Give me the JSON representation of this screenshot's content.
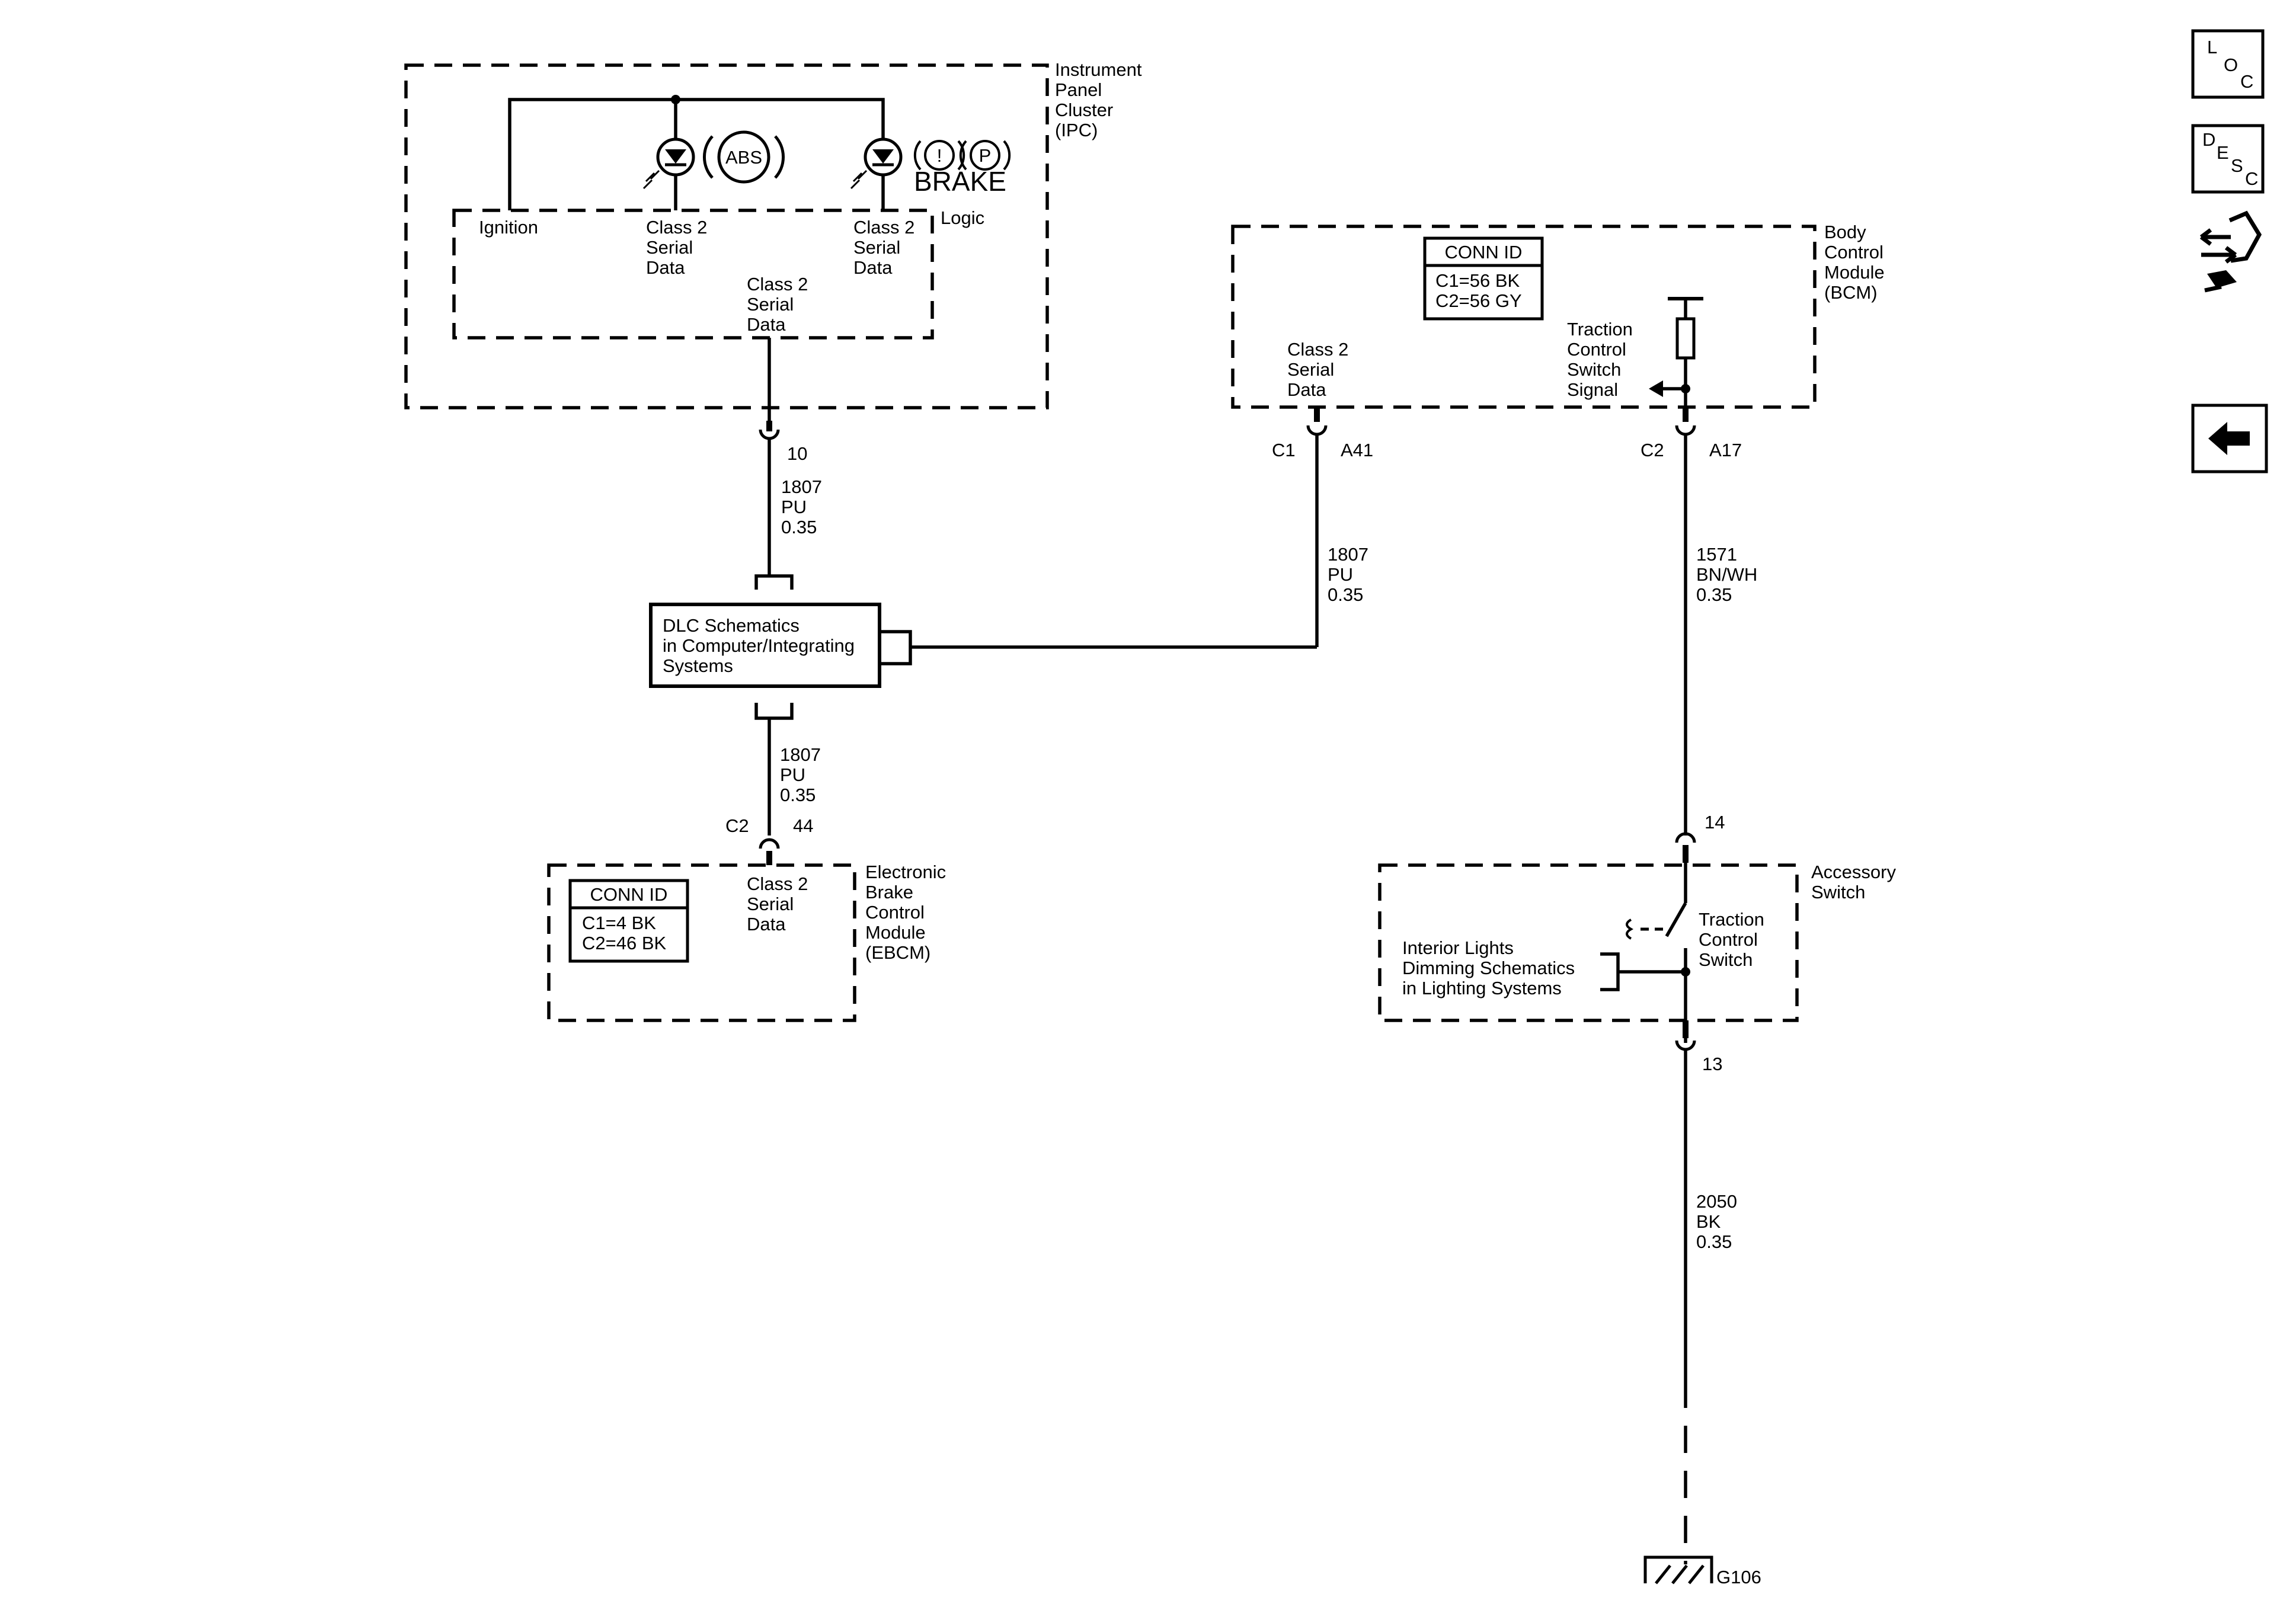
{
  "ipc": {
    "title": [
      "Instrument",
      "Panel",
      "Cluster",
      "(IPC)"
    ],
    "logic": "Logic",
    "ignition": "Ignition",
    "class2_left": [
      "Class 2",
      "Serial",
      "Data"
    ],
    "class2_right": [
      "Class 2",
      "Serial",
      "Data"
    ],
    "class2_bottom": [
      "Class 2",
      "Serial",
      "Data"
    ],
    "abs_label": "ABS",
    "brake_icons": [
      "!",
      "P"
    ],
    "brake_label": "BRAKE"
  },
  "wire_ipc_dlc": {
    "pin": "10",
    "circuit": [
      "1807",
      "PU",
      "0.35"
    ]
  },
  "dlc": {
    "text": [
      "DLC Schematics",
      "in Computer/Integrating",
      "Systems"
    ]
  },
  "wire_dlc_ebcm": {
    "connector": "C2",
    "pin": "44",
    "circuit": [
      "1807",
      "PU",
      "0.35"
    ]
  },
  "ebcm": {
    "title": [
      "Electronic",
      "Brake",
      "Control",
      "Module",
      "(EBCM)"
    ],
    "conn_id_header": "CONN ID",
    "conn_ids": [
      "C1=4 BK",
      "C2=46 BK"
    ],
    "class2": [
      "Class 2",
      "Serial",
      "Data"
    ]
  },
  "bcm": {
    "title": [
      "Body",
      "Control",
      "Module",
      "(BCM)"
    ],
    "conn_id_header": "CONN ID",
    "conn_ids": [
      "C1=56 BK",
      "C2=56 GY"
    ],
    "class2": [
      "Class 2",
      "Serial",
      "Data"
    ],
    "tcs_signal": [
      "Traction",
      "Control",
      "Switch",
      "Signal"
    ]
  },
  "wire_bcm_dlc": {
    "connector": "C1",
    "pin": "A41",
    "circuit": [
      "1807",
      "PU",
      "0.35"
    ]
  },
  "wire_bcm_switch": {
    "connector": "C2",
    "pin": "A17",
    "circuit": [
      "1571",
      "BN/WH",
      "0.35"
    ],
    "switch_pin": "14"
  },
  "accessory_switch": {
    "title": [
      "Accessory",
      "Switch"
    ],
    "switch_label": [
      "Traction",
      "Control",
      "Switch"
    ],
    "interior_lights": [
      "Interior Lights",
      "Dimming Schematics",
      "in Lighting Systems"
    ],
    "pin_out": "13"
  },
  "wire_ground": {
    "circuit": [
      "2050",
      "BK",
      "0.35"
    ],
    "ground": "G106"
  },
  "nav": {
    "loc": [
      "L",
      "O",
      "C"
    ],
    "desc": [
      "D",
      "E",
      "S",
      "C"
    ]
  }
}
